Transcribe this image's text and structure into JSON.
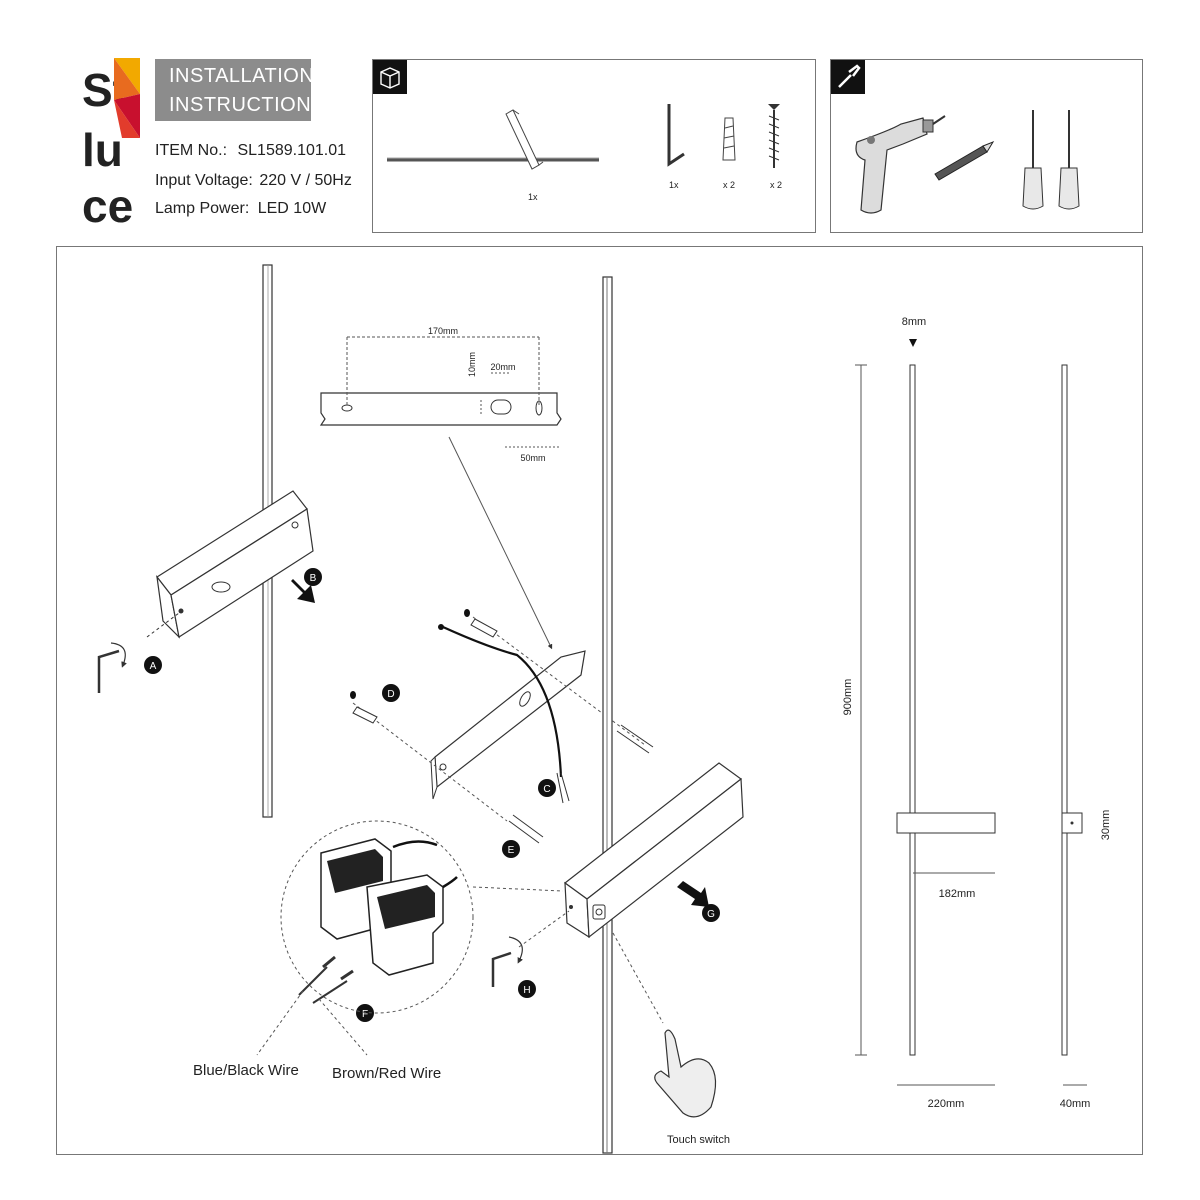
{
  "header": {
    "title_line1": "INSTALLATION",
    "title_line2": "INSTRUCTIONS",
    "item_label": "ITEM No.:",
    "item_value": "SL1589.101.01",
    "voltage_label": "Input Voltage:",
    "voltage_value": "220 V / 50Hz",
    "power_label": "Lamp Power:",
    "power_value": "LED 10W"
  },
  "parts": {
    "lamp_qty": "1x",
    "hex_key_qty": "1x",
    "anchor_qty": "x 2",
    "screw_qty": "x 2"
  },
  "steps": {
    "a": "A",
    "b": "B",
    "c": "C",
    "d": "D",
    "e": "E",
    "f": "F",
    "g": "G",
    "h": "H"
  },
  "bracket": {
    "width": "170mm",
    "height": "10mm",
    "slot": "20mm",
    "offset": "50mm"
  },
  "labels": {
    "blue_black_wire": "Blue/Black Wire",
    "brown_red_wire": "Brown/Red Wire",
    "touch_switch": "Touch switch"
  },
  "dimensions": {
    "thickness": "8mm",
    "length": "900mm",
    "arm_width": "182mm",
    "base_width": "220mm",
    "side_height": "30mm",
    "depth": "40mm"
  }
}
